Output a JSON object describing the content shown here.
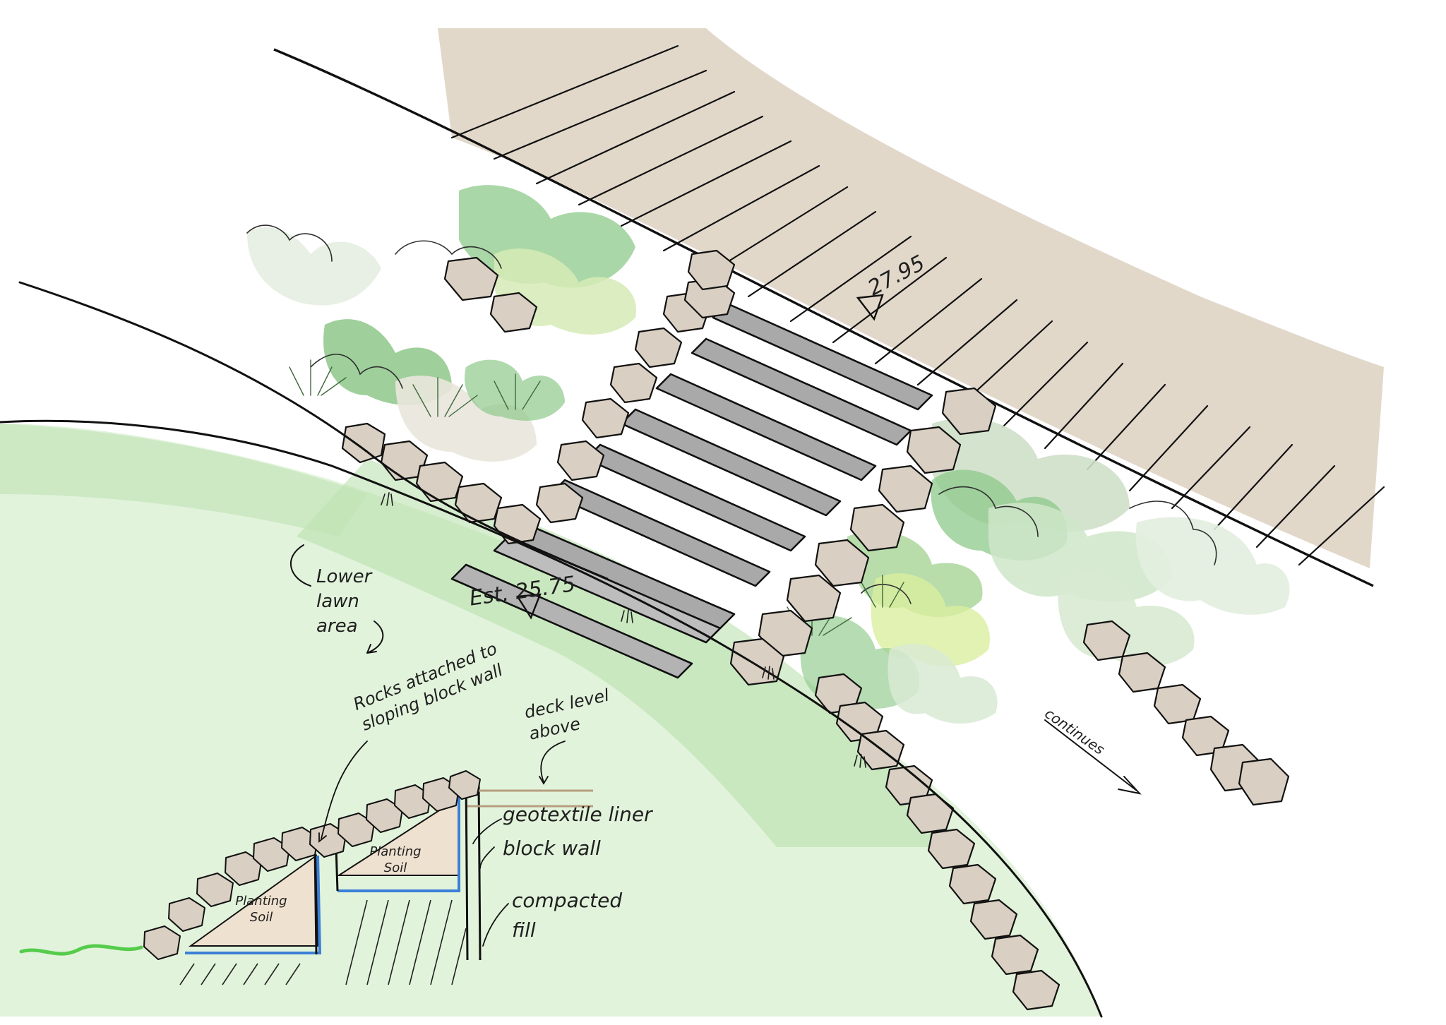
{
  "elevations": {
    "upper": "27.95",
    "lower": "Est. 25.75"
  },
  "labels": {
    "lower_lawn": "Lower lawn area",
    "continues": "continues"
  },
  "section_detail": {
    "rocks_note": "Rocks attached to sloping block wall",
    "deck_note": "deck level above",
    "geotextile": "geotextile liner",
    "block_wall": "block wall",
    "compacted_fill": "compacted fill",
    "planting_soil_upper": "Planting Soil",
    "planting_soil_lower": "Planting Soil"
  },
  "colors": {
    "deck": "#d8cbb8",
    "lawn": "#bfe3b4",
    "steps": "#a9a9a9",
    "rock": "#d9cfc2",
    "foliage": "#8ec98a",
    "liner": "#3b7fd6",
    "ink": "#111111"
  }
}
